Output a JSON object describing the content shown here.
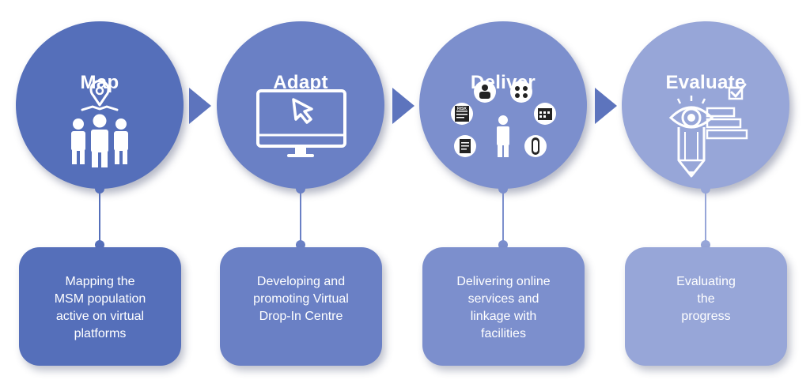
{
  "colors": {
    "map": "#556fba",
    "adapt": "#6a80c5",
    "deliver": "#7c8fcd",
    "evaluate": "#97a6d8",
    "arrow": "#5d74bd"
  },
  "steps": [
    {
      "title": "Map",
      "icon": "location-people-icon",
      "description": [
        "Mapping the",
        "MSM population",
        "active on virtual",
        "platforms"
      ]
    },
    {
      "title": "Adapt",
      "icon": "monitor-cursor-icon",
      "description": [
        "Developing and",
        "promoting Virtual",
        "Drop-In Centre"
      ]
    },
    {
      "title": "Deliver",
      "icon": "person-services-icon",
      "description": [
        "Delivering online",
        "services and",
        "linkage with",
        "facilities"
      ]
    },
    {
      "title": "Evaluate",
      "icon": "eye-pencil-checklist-icon",
      "description": [
        "Evaluating",
        "the",
        "progress"
      ]
    }
  ],
  "deliver_icons": {
    "risk_label": "RISK"
  }
}
